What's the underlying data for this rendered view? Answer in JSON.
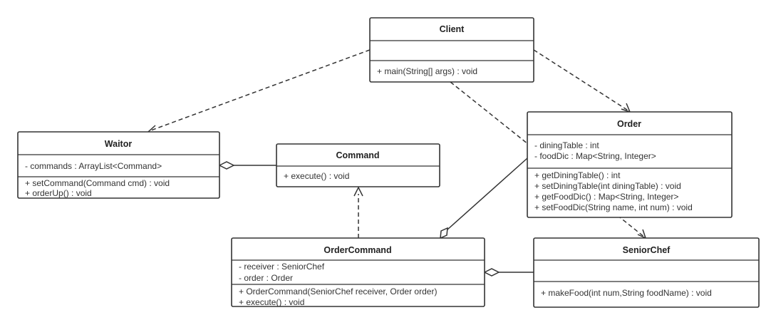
{
  "classes": {
    "client": {
      "name": "Client",
      "attributes": [],
      "methods": [
        "+ main(String[] args) : void"
      ]
    },
    "waitor": {
      "name": "Waitor",
      "attributes": [
        "- commands :  ArrayList<Command>"
      ],
      "methods": [
        "+ setCommand(Command cmd) : void",
        "+ orderUp() : void"
      ]
    },
    "command": {
      "name": "Command",
      "methods": [
        "+ execute() : void"
      ]
    },
    "order": {
      "name": "Order",
      "attributes": [
        "- diningTable : int",
        "- foodDic :   Map<String, Integer>"
      ],
      "methods": [
        "+ getDiningTable() : int",
        "+ setDiningTable(int diningTable) : void",
        "+ getFoodDic() : Map<String, Integer>",
        "+ setFoodDic(String name, int num) : void"
      ]
    },
    "order_command": {
      "name": "OrderCommand",
      "attributes": [
        "- receiver : SeniorChef",
        "- order : Order"
      ],
      "methods": [
        "+ OrderCommand(SeniorChef receiver, Order order)",
        "+ execute() : void"
      ]
    },
    "senior_chef": {
      "name": "SeniorChef",
      "attributes": [],
      "methods": [
        "+ makeFood(int num,String foodName) : void"
      ]
    }
  },
  "relations": [
    {
      "from": "Client",
      "to": "Waitor",
      "type": "dependency"
    },
    {
      "from": "Client",
      "to": "Order",
      "type": "dependency"
    },
    {
      "from": "Client",
      "to": "SeniorChef",
      "type": "dependency"
    },
    {
      "from": "OrderCommand",
      "to": "Command",
      "type": "realization"
    },
    {
      "from": "Waitor",
      "to": "Command",
      "type": "aggregation"
    },
    {
      "from": "OrderCommand",
      "to": "Order",
      "type": "aggregation"
    },
    {
      "from": "OrderCommand",
      "to": "SeniorChef",
      "type": "aggregation"
    }
  ]
}
